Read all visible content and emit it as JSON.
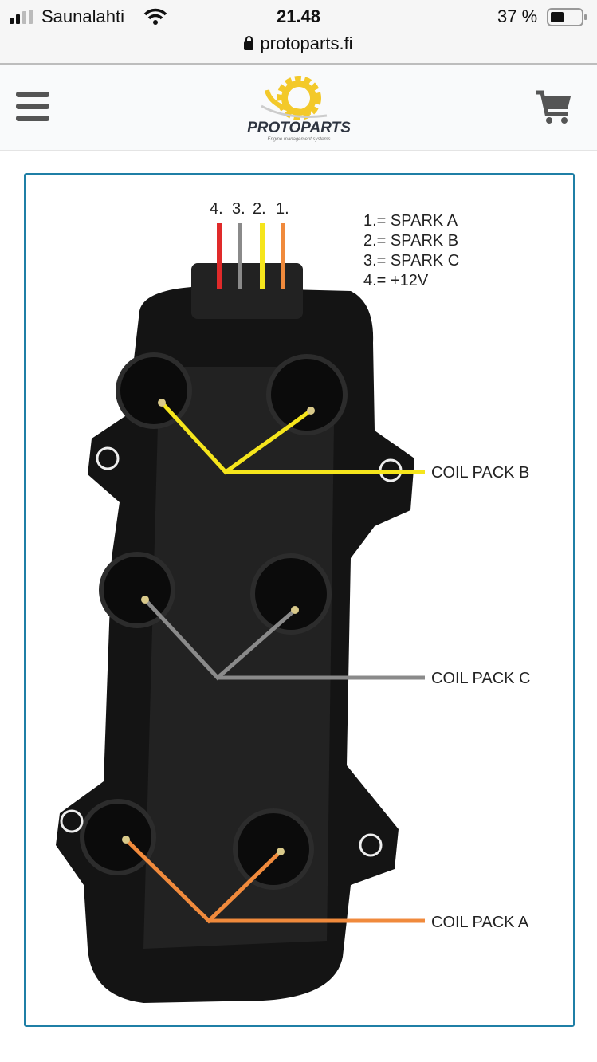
{
  "status_bar": {
    "carrier": "Saunalahti",
    "time": "21.48",
    "battery": "37 %",
    "url": "protoparts.fi"
  },
  "header": {
    "logo_text": "PROTOPARTS",
    "logo_tagline": "Engine management systems"
  },
  "diagram": {
    "pin_numbers": [
      "4.",
      "3.",
      "2.",
      "1."
    ],
    "legend": [
      "1.= SPARK A",
      "2.= SPARK B",
      "3.= SPARK C",
      "4.= +12V"
    ],
    "labels": {
      "coil_b": "COIL PACK B",
      "coil_c": "COIL PACK C",
      "coil_a": "COIL PACK A"
    },
    "colors": {
      "spark_a": "#f08a3c",
      "spark_b": "#f5e51c",
      "spark_c": "#8a8a8a",
      "v12": "#e02a2a",
      "frame": "#1f7fa6"
    }
  }
}
